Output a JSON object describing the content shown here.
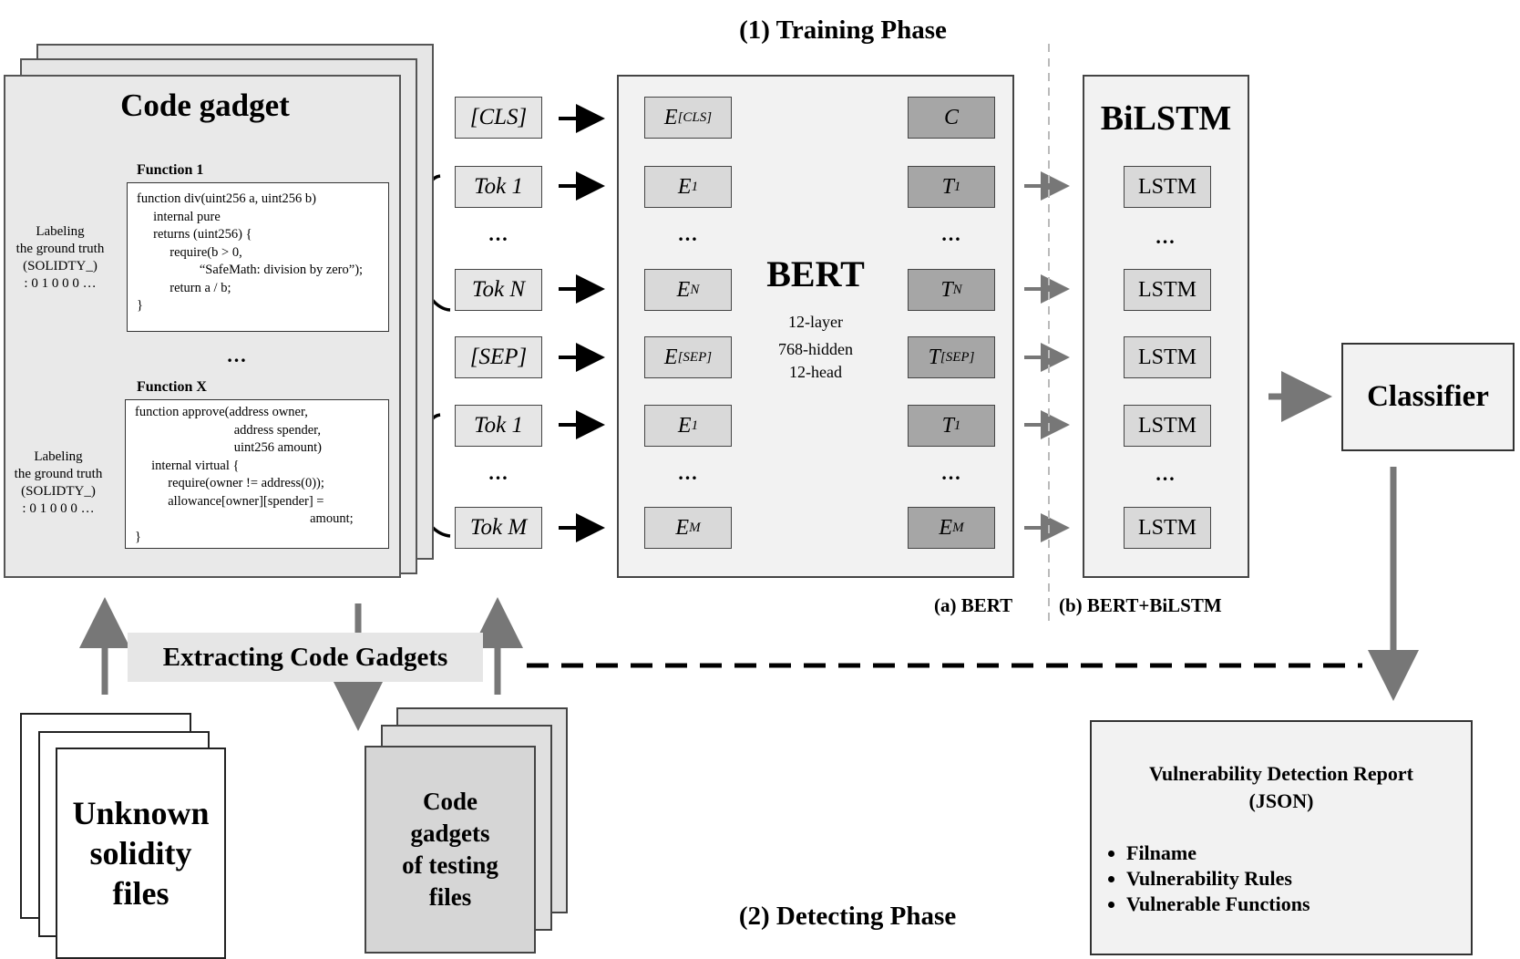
{
  "phases": {
    "training": "(1) Training Phase",
    "detecting": "(2) Detecting Phase"
  },
  "code_gadget": {
    "title": "Code gadget",
    "ellipsis": "…",
    "function1": {
      "label": "Function 1",
      "code": "function div(uint256 a, uint256 b)\n     internal pure\n     returns (uint256) {\n          require(b > 0,\n                   “SafeMath: division by zero”);\n          return a / b;\n}",
      "labeling": "Labeling\nthe ground truth\n(SOLIDTY_)\n: 0 1 0 0 0 …"
    },
    "functionX": {
      "label": "Function X",
      "code": "function approve(address owner,\n                              address spender,\n                              uint256 amount)\n     internal virtual {\n          require(owner != address(0));\n          allowance[owner][spender] =\n                                                     amount;\n}",
      "labeling": "Labeling\nthe ground truth\n(SOLIDTY_)\n: 0 1 0 0 0 …"
    }
  },
  "tokens": {
    "cls": "[CLS]",
    "tok1": "Tok 1",
    "dots1": "…",
    "tokN": "Tok N",
    "sep": "[SEP]",
    "tok1b": "Tok 1",
    "dots2": "…",
    "tokM": "Tok M"
  },
  "bert": {
    "title": "BERT",
    "spec1": "12-layer",
    "spec2": "768-hidden",
    "spec3": "12-head",
    "left": [
      {
        "base": "E",
        "sub": "[CLS]"
      },
      {
        "base": "E",
        "sub": "1"
      },
      {
        "dots": "…"
      },
      {
        "base": "E",
        "sub": "N"
      },
      {
        "base": "E",
        "sub": "[SEP]"
      },
      {
        "base": "E",
        "sub": "1"
      },
      {
        "dots": "…"
      },
      {
        "base": "E",
        "sub": "M"
      }
    ],
    "right": [
      {
        "base": "C",
        "sub": ""
      },
      {
        "base": "T",
        "sub": "1"
      },
      {
        "dots": "…"
      },
      {
        "base": "T",
        "sub": "N"
      },
      {
        "base": "T",
        "sub": "[SEP]"
      },
      {
        "base": "T",
        "sub": "1"
      },
      {
        "dots": "…"
      },
      {
        "base": "E",
        "sub": "M"
      }
    ],
    "caption": "(a) BERT"
  },
  "bilstm": {
    "title": "BiLSTM",
    "cell": "LSTM",
    "dots": "…",
    "caption": "(b) BERT+BiLSTM"
  },
  "classifier": "Classifier",
  "extract_label": "Extracting Code Gadgets",
  "unknown_files": "Unknown\nsolidity\nfiles",
  "testing_gadgets": "Code\ngadgets\nof testing\nfiles",
  "report": {
    "title": "Vulnerability Detection Report\n(JSON)",
    "items": [
      "Filname",
      "Vulnerability Rules",
      "Vulnerable Functions"
    ]
  },
  "colors": {
    "arrow_gray": "#777777",
    "box_gray": "#e6e6e6",
    "emb_dark": "#a6a6a6",
    "emb_light": "#d9d9d9"
  }
}
